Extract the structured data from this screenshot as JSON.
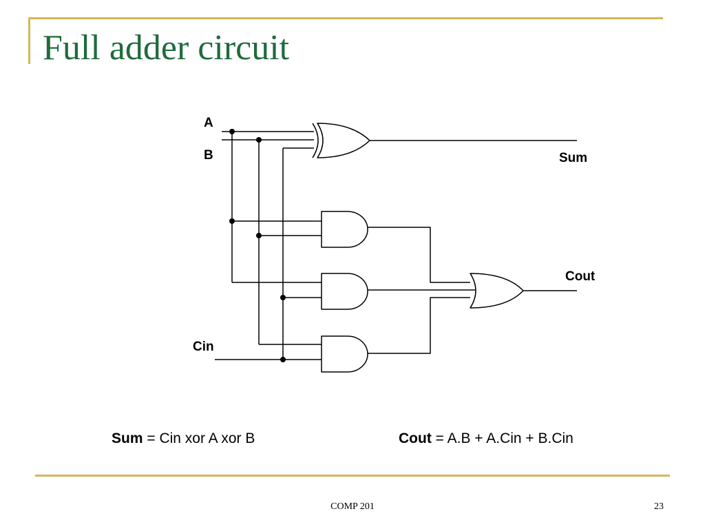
{
  "colors": {
    "accent": "#d6b656",
    "title": "#1f6b3c",
    "ink": "#000000"
  },
  "slide": {
    "title": "Full adder circuit"
  },
  "diagram": {
    "labels": {
      "a": "A",
      "b": "B",
      "cin": "Cin",
      "sum": "Sum",
      "cout": "Cout"
    },
    "gates": [
      "xor",
      "and",
      "and",
      "and",
      "or"
    ]
  },
  "equations": {
    "sum": {
      "name": "Sum",
      "expr": " = Cin xor A xor B"
    },
    "cout": {
      "name": "Cout",
      "expr": " = A.B + A.Cin + B.Cin"
    }
  },
  "footer": {
    "course": "COMP 201",
    "page": "23"
  }
}
